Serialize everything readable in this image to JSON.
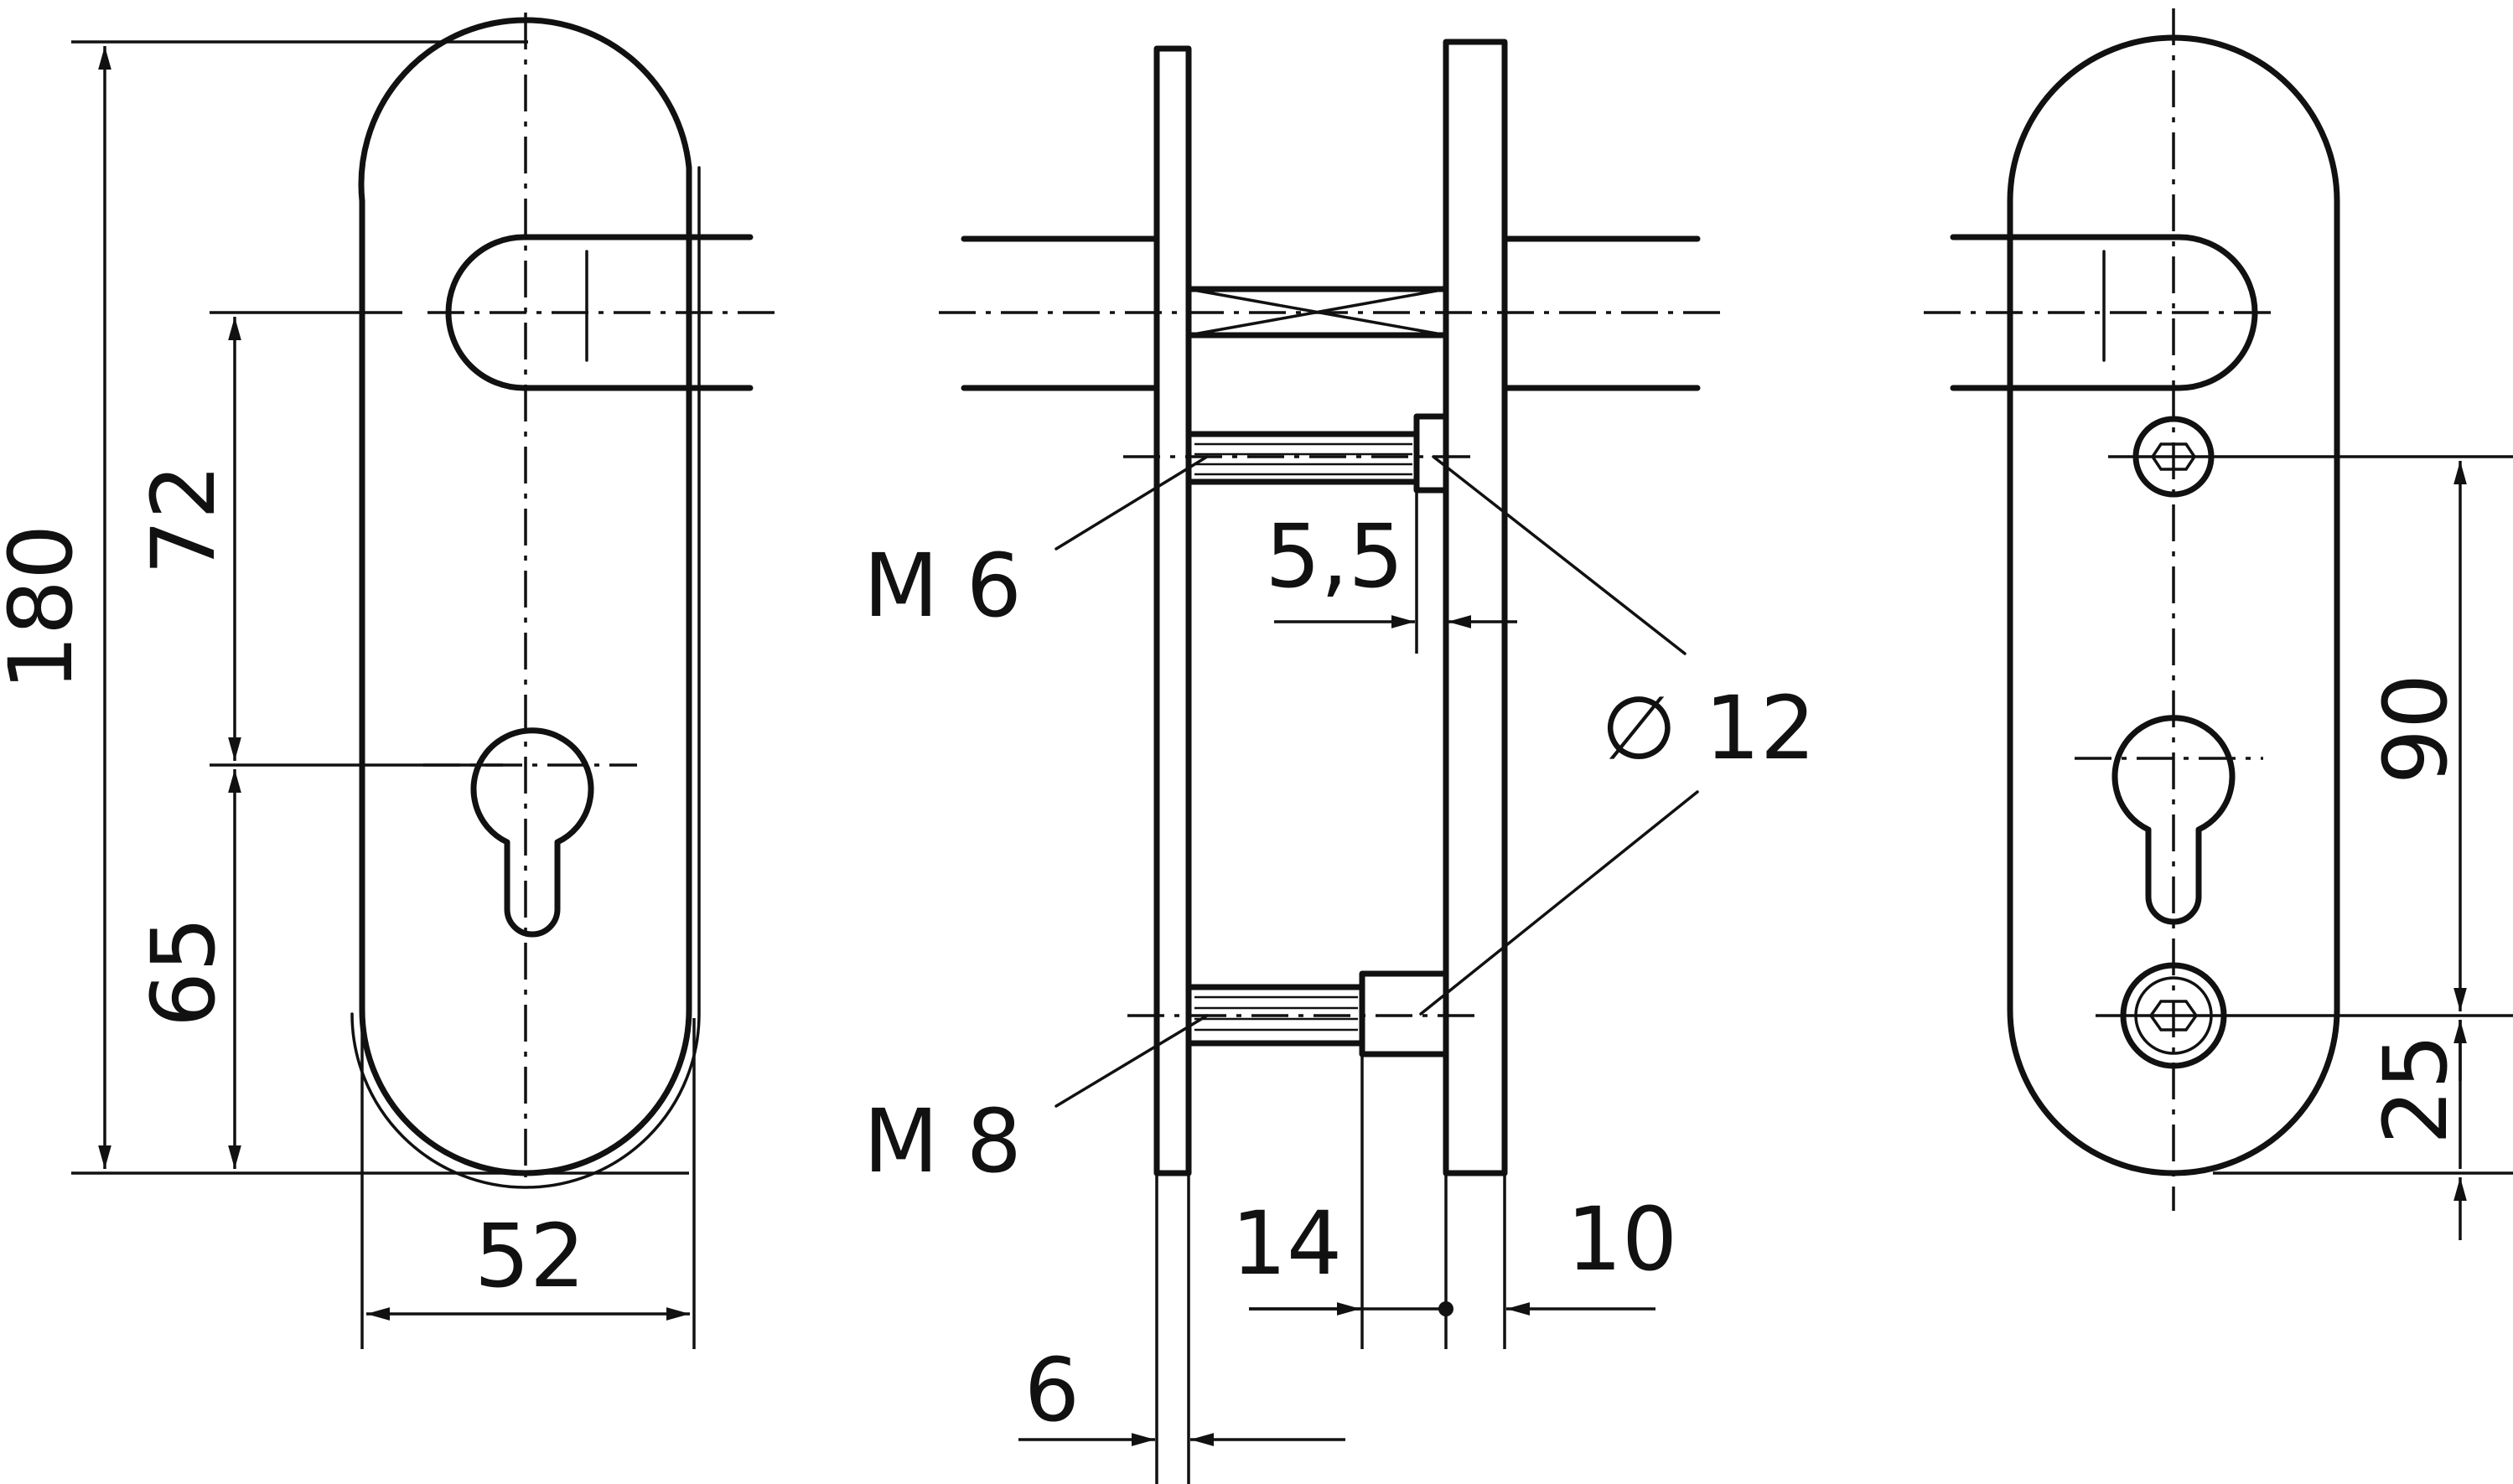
{
  "labels": {
    "overall_height": "180",
    "handle_to_cylinder": "72",
    "cylinder_to_bottom": "65",
    "plate_width": "52",
    "thread_top": "M 6",
    "thread_bottom": "M 8",
    "dim_5_5": "5,5",
    "diameter": "∅ 12",
    "dim_14": "14",
    "dim_10": "10",
    "dim_6": "6",
    "screw_spacing": "90",
    "screw_to_bottom": "25"
  }
}
